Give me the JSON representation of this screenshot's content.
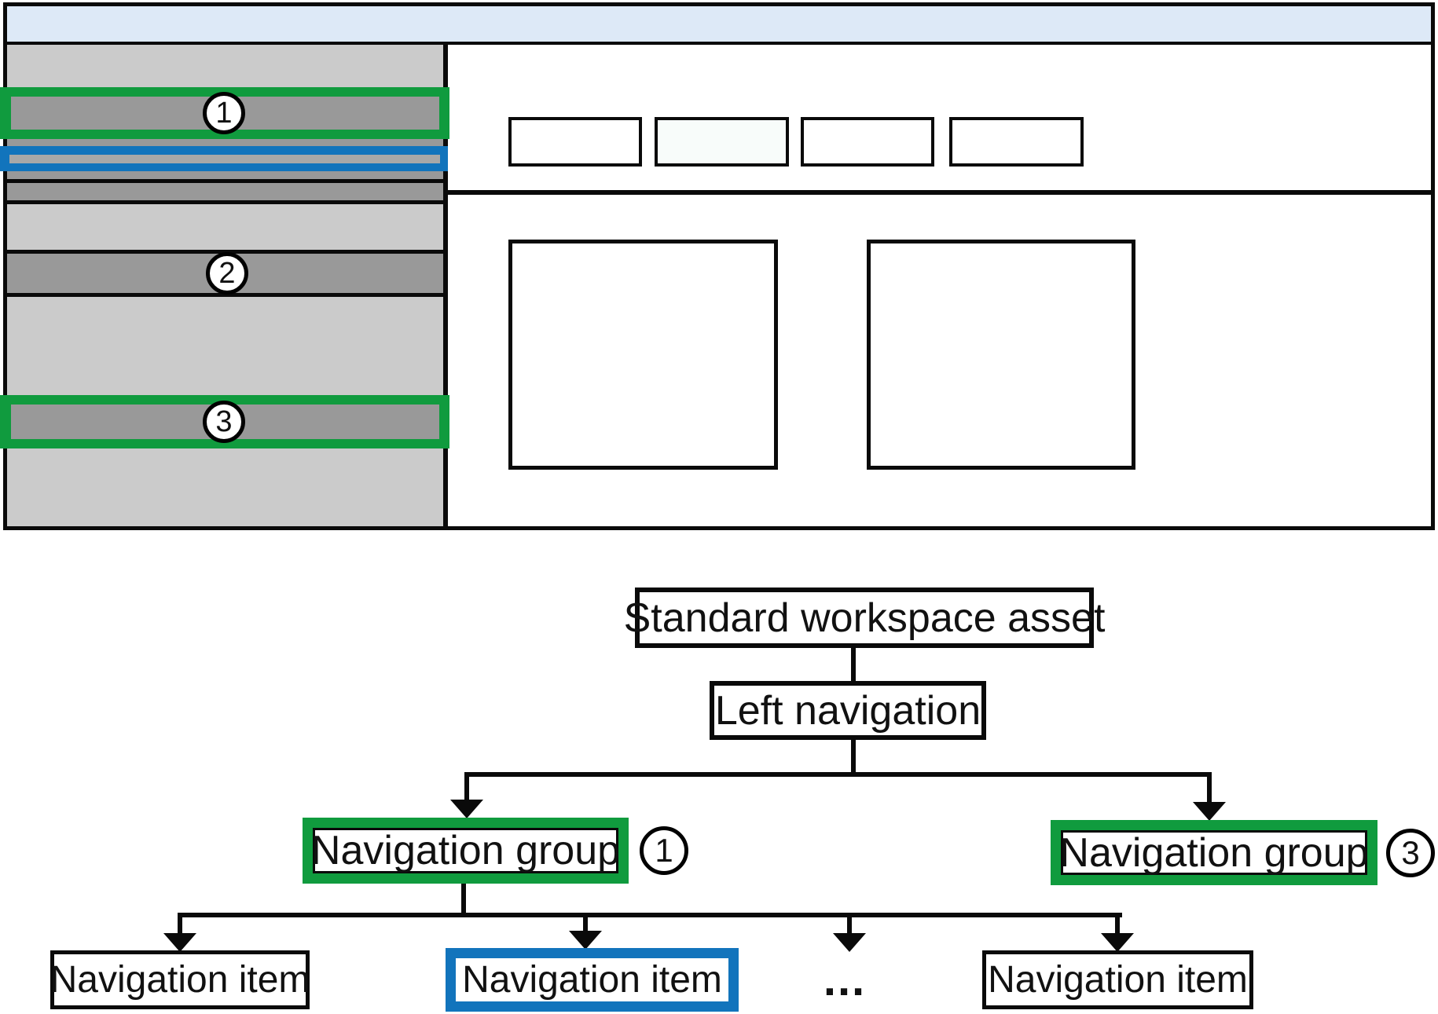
{
  "wireframe": {
    "callouts": [
      {
        "number": "1"
      },
      {
        "number": "2"
      },
      {
        "number": "3"
      }
    ]
  },
  "tree": {
    "root": {
      "label": "Standard workspace asset"
    },
    "left_navigation": {
      "label": "Left navigation"
    },
    "groups": [
      {
        "label": "Navigation group",
        "callout": "1"
      },
      {
        "label": "Navigation group",
        "callout": "3"
      }
    ],
    "items": [
      {
        "label": "Navigation item"
      },
      {
        "label": "Navigation item"
      },
      {
        "label": "..."
      },
      {
        "label": "Navigation item"
      }
    ]
  },
  "colors": {
    "accent_green": "#109b3e",
    "accent_blue": "#1274bc",
    "header_blue": "#dde9f7",
    "sidebar_gray": "#cbcbcb",
    "bar_gray": "#999999",
    "bar_gray_light": "#a8a8a8",
    "tab_highlight": "#f8fcfa",
    "line_black": "#0a0a0a"
  }
}
